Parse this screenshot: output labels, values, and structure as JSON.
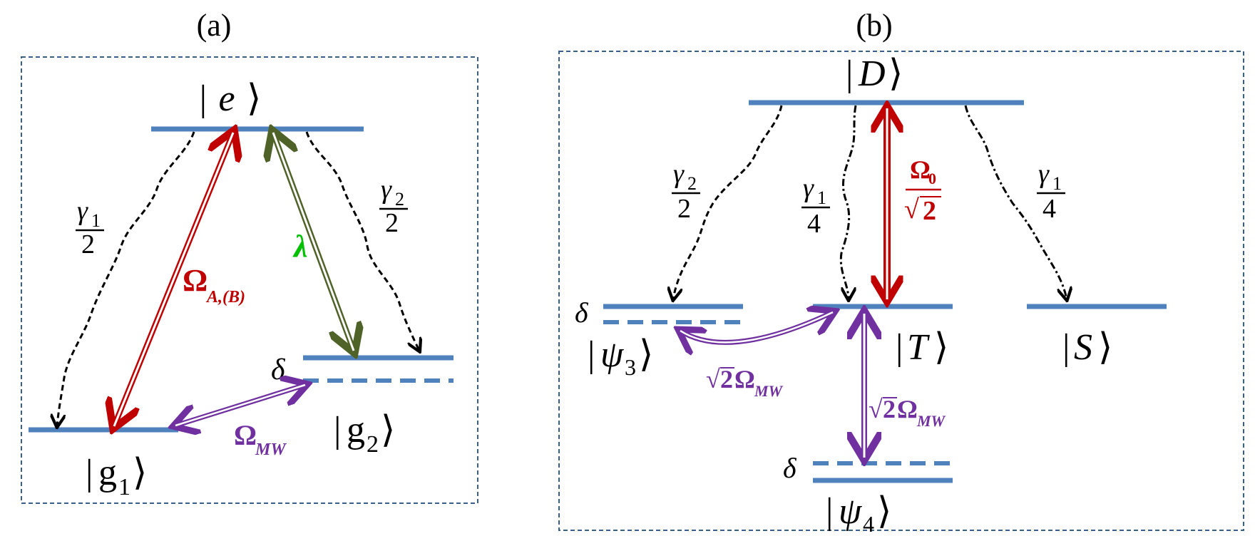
{
  "colors": {
    "level": "#4f81bd",
    "frame": "#3a5f8a",
    "red": "#c00000",
    "olive": "#4f6228",
    "purple": "#7030a0",
    "green": "#00c000",
    "black": "#000000"
  },
  "panel_a": {
    "label": "(a)",
    "state_e": "e",
    "state_g1": "g",
    "state_g1_sub": "1",
    "state_g2": "g",
    "state_g2_sub": "2",
    "detuning": "δ",
    "decay_left_num": "γ",
    "decay_left_num_sub": "1",
    "decay_left_den": "2",
    "decay_right_num": "γ",
    "decay_right_num_sub": "2",
    "decay_right_den": "2",
    "omega_ab": "Ω",
    "omega_ab_sub": "A,(B)",
    "lambda": "λ",
    "omega_mw": "Ω",
    "omega_mw_sub": "MW"
  },
  "panel_b": {
    "label": "(b)",
    "state_d": "D",
    "state_t": "T",
    "state_s": "S",
    "state_psi3": "ψ",
    "state_psi3_sub": "3",
    "state_psi4": "ψ",
    "state_psi4_sub": "4",
    "detuning_upper": "δ",
    "detuning_lower": "δ",
    "decay_left_num": "γ",
    "decay_left_num_sub": "2",
    "decay_left_den": "2",
    "decay_mid_num": "γ",
    "decay_mid_num_sub": "1",
    "decay_mid_den": "4",
    "decay_right_num": "γ",
    "decay_right_num_sub": "1",
    "decay_right_den": "4",
    "omega0_num": "Ω",
    "omega0_num_sub": "0",
    "omega0_den_root": "√",
    "omega0_den": "2",
    "coupling_left_root": "√",
    "coupling_left_2": "2",
    "coupling_left_omega": "Ω",
    "coupling_left_sub": "MW",
    "coupling_down_root": "√",
    "coupling_down_2": "2",
    "coupling_down_omega": "Ω",
    "coupling_down_sub": "MW"
  }
}
